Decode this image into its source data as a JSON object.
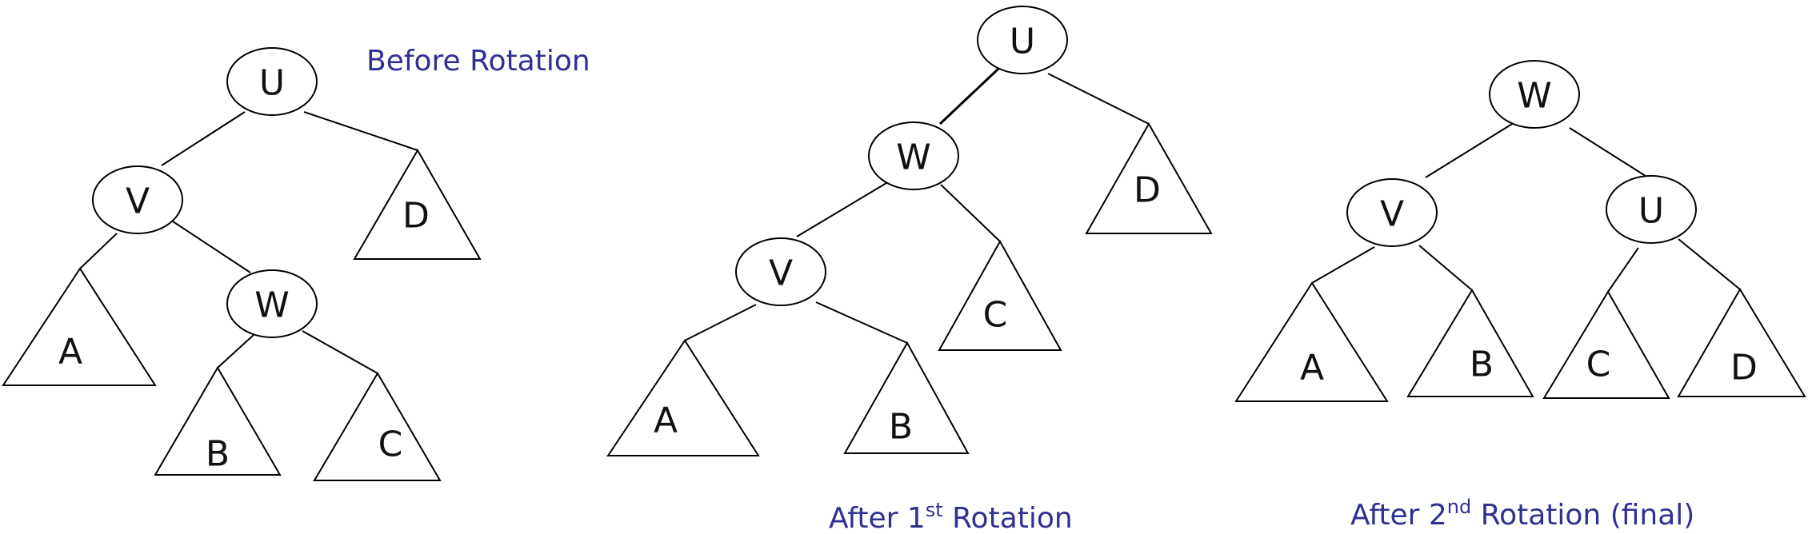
{
  "captions": {
    "before": "Before Rotation",
    "first": {
      "prefix": "After 1",
      "sup": "st",
      "suffix": " Rotation"
    },
    "second": {
      "prefix": "After 2",
      "sup": "nd",
      "suffix": " Rotation (final)"
    }
  },
  "trees": {
    "before": {
      "nodes": [
        "U",
        "V",
        "W"
      ],
      "subtrees": [
        "A",
        "B",
        "C",
        "D"
      ]
    },
    "first": {
      "nodes": [
        "U",
        "W",
        "V"
      ],
      "subtrees": [
        "A",
        "B",
        "C",
        "D"
      ]
    },
    "second": {
      "nodes": [
        "W",
        "V",
        "U"
      ],
      "subtrees": [
        "A",
        "B",
        "C",
        "D"
      ]
    }
  },
  "colors": {
    "caption": "#2e3192",
    "stroke": "#000000"
  }
}
